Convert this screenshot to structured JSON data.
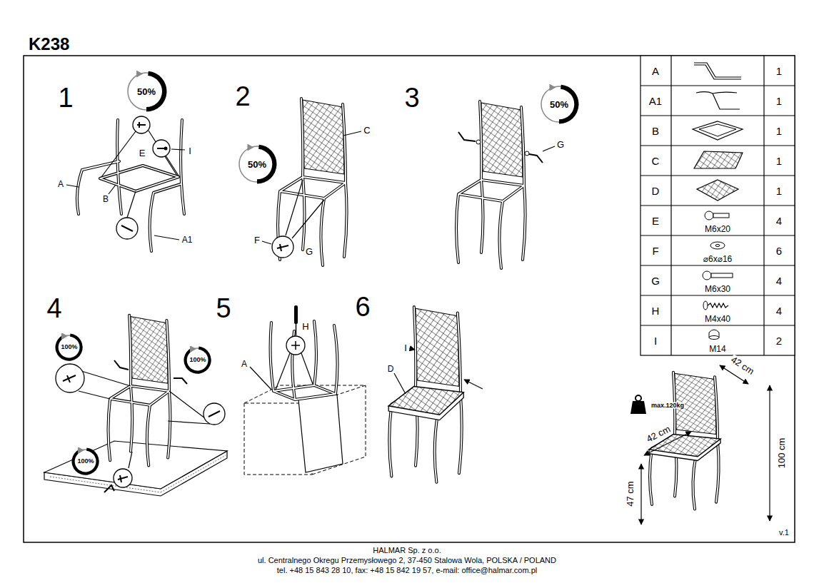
{
  "diagram": {
    "title": "K238",
    "nodes": [
      {
        "text": [
          "50%"
        ]
      },
      {
        "text": [
          "50%"
        ]
      },
      {
        "text": [
          "50%"
        ]
      },
      {
        "text": [
          "100%"
        ]
      },
      {
        "text": [
          "100%"
        ]
      },
      {
        "text": [
          "100%"
        ]
      }
    ],
    "labels": [
      "1",
      "E",
      "I",
      "A",
      "B",
      "A1",
      "2",
      "C",
      "F",
      "G",
      "3",
      "G",
      "4",
      "5",
      "H",
      "A",
      "6",
      "I",
      "D",
      "A",
      "1",
      "A1",
      "1",
      "B",
      "1",
      "C",
      "1",
      "D",
      "1",
      "E",
      "M6x20",
      "4",
      "F",
      "⌀6x⌀16",
      "6",
      "G",
      "M6x30",
      "4",
      "H",
      "M4x40",
      "4",
      "I",
      "M14",
      "2",
      "max.120kg",
      "42 cm",
      "42 cm",
      "100 cm",
      "47 cm",
      "v.1",
      "HALMAR Sp. z o.o.",
      "ul. Centralnego Okregu Przemysłowego 2, 37-450 Stalowa Wola, POLSKA / POLAND",
      "tel. +48 15 843 28 10, fax: +48 15 842 19 57, e-mail: office@halmar.com.pl"
    ]
  }
}
